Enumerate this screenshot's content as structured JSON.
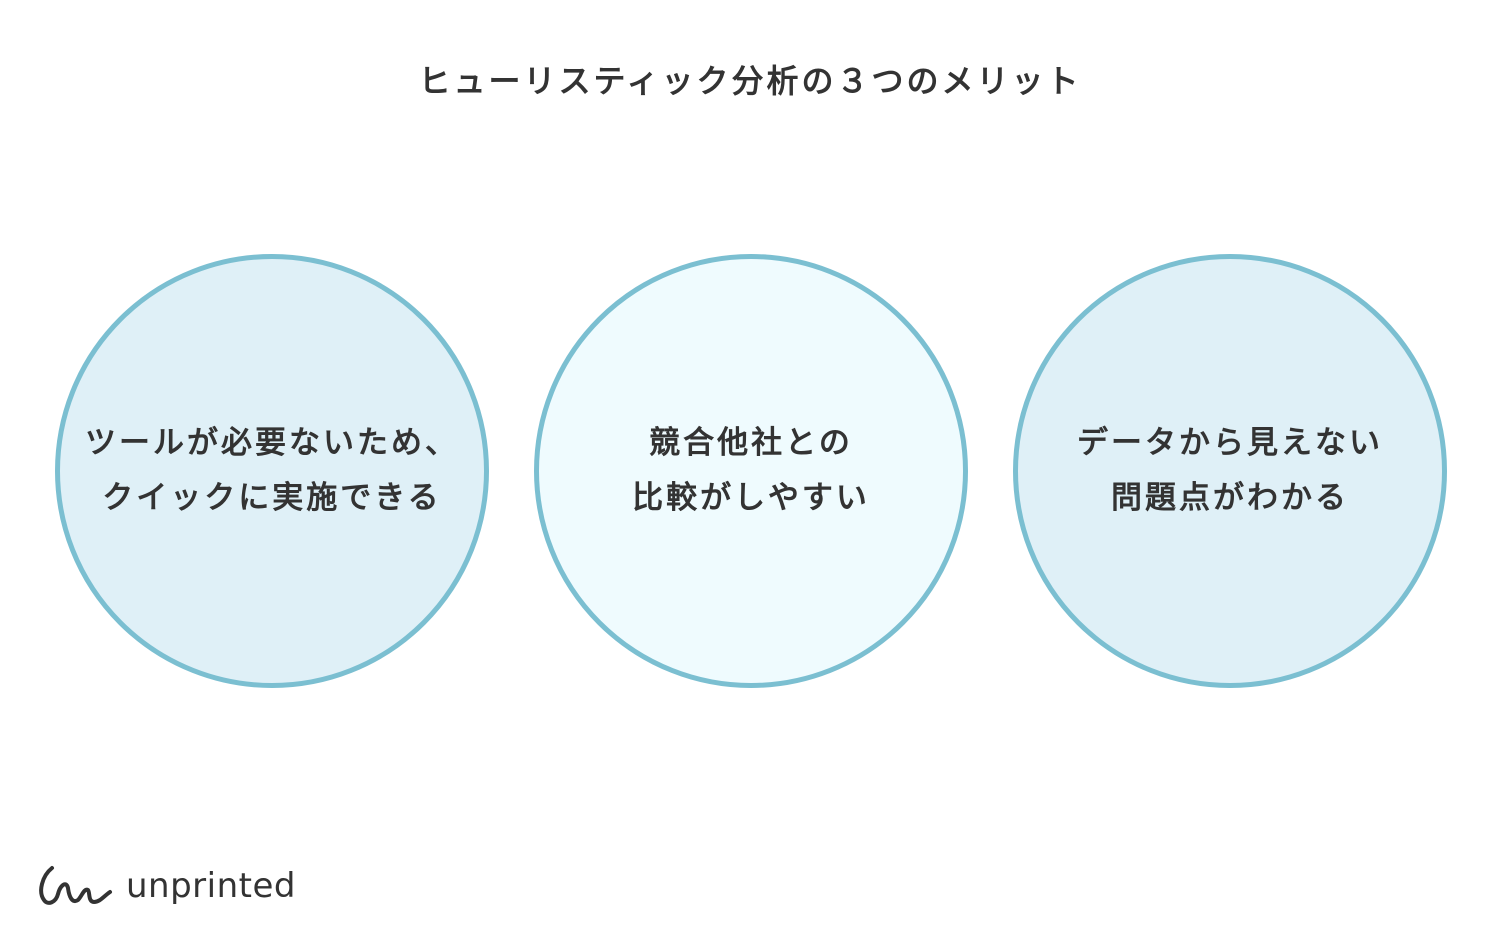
{
  "title": "ヒューリスティック分析の３つのメリット",
  "merits": [
    {
      "lines": [
        "ツールが必要ないため、",
        "クイックに実施できる"
      ]
    },
    {
      "lines": [
        "競合他社との",
        "比較がしやすい"
      ]
    },
    {
      "lines": [
        "データから見えない",
        "問題点がわかる"
      ]
    }
  ],
  "logo": {
    "text": "unprinted"
  },
  "colors": {
    "border": "#7bbfd1",
    "fill_side": "#dff0f7",
    "fill_center": "#effbfe",
    "text": "#333333"
  }
}
